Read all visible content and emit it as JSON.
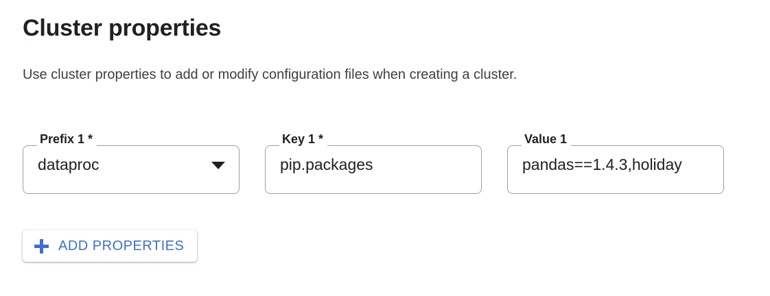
{
  "header": {
    "title": "Cluster properties",
    "subtitle": "Use cluster properties to add or modify configuration files when creating a cluster."
  },
  "properties_form": {
    "fields": [
      {
        "name": "prefix",
        "label": "Prefix 1 *",
        "value": "dataproc",
        "type": "select",
        "required": true,
        "icon": "chevron-down-icon"
      },
      {
        "name": "key",
        "label": "Key 1 *",
        "value": "pip.packages",
        "type": "text",
        "required": true
      },
      {
        "name": "value",
        "label": "Value 1",
        "value": "pandas==1.4.3,holiday",
        "type": "text",
        "required": false
      }
    ]
  },
  "actions": {
    "add_properties_label": "ADD PROPERTIES",
    "add_properties_icon": "plus-icon"
  },
  "colors": {
    "accent_blue": "#3b6fd4",
    "text_primary": "#202124",
    "text_secondary": "#3c4043",
    "field_border": "#9aa0a6",
    "background": "#ffffff"
  }
}
